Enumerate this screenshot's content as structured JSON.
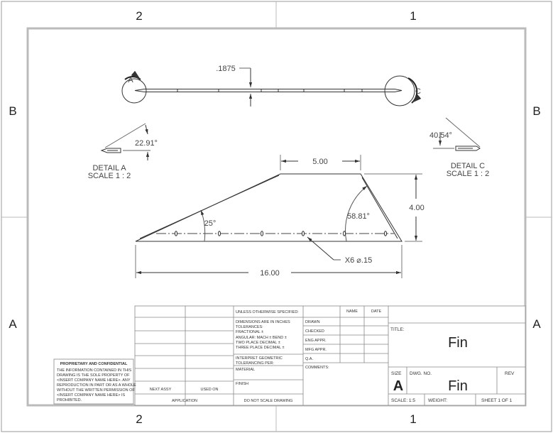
{
  "border": {
    "zones_top": [
      "2",
      "1"
    ],
    "zones_bottom": [
      "2",
      "1"
    ],
    "zones_left": [
      "B",
      "A"
    ],
    "zones_right": [
      "B",
      "A"
    ]
  },
  "views": {
    "top": {
      "thickness_dim": ".1875",
      "callout_a": "A",
      "callout_c": "C"
    },
    "detail_a": {
      "angle": "22.91°",
      "title": "DETAIL A",
      "scale": "SCALE 1 : 2"
    },
    "detail_c": {
      "angle": "40.54°",
      "title": "DETAIL C",
      "scale": "SCALE 1 : 2"
    },
    "main": {
      "top_edge": "5.00",
      "height": "4.00",
      "base": "16.00",
      "left_angle": "25°",
      "right_angle": "58.81°",
      "holes": "X6 ⌀.15"
    }
  },
  "title_block": {
    "proprietary_title": "PROPRIETARY AND CONFIDENTIAL",
    "proprietary_lines": [
      "THE INFORMATION CONTAINED IN THIS",
      "DRAWING IS THE SOLE PROPERTY OF",
      "<INSERT COMPANY NAME HERE>.  ANY",
      "REPRODUCTION IN PART OR AS A WHOLE",
      "WITHOUT THE WRITTEN PERMISSION OF",
      "<INSERT COMPANY NAME HERE> IS",
      "PROHIBITED."
    ],
    "next_assy": "NEXT ASSY",
    "used_on": "USED ON",
    "application": "APPLICATION",
    "unless": "UNLESS OTHERWISE SPECIFIED:",
    "dims_lines": [
      "DIMENSIONS ARE IN INCHES",
      "TOLERANCES:",
      "FRACTIONAL ±",
      "ANGULAR: MACH ±    BEND ±",
      "TWO PLACE DECIMAL    ±",
      "THREE PLACE DECIMAL   ±"
    ],
    "interpret_lines": [
      "INTERPRET GEOMETRIC",
      "TOLERANCING PER:"
    ],
    "material": "MATERIAL",
    "finish": "FINISH",
    "do_not_scale": "DO NOT SCALE DRAWING",
    "name": "NAME",
    "date": "DATE",
    "rows": [
      "DRAWN",
      "CHECKED",
      "ENG APPR.",
      "MFG APPR.",
      "Q.A.",
      "COMMENTS:"
    ],
    "title_label": "TITLE:",
    "title": "Fin",
    "size_label": "SIZE",
    "size": "A",
    "dwg_no_label": "DWG.  NO.",
    "dwg_no": "Fin",
    "rev_label": "REV",
    "scale": "SCALE: 1:5",
    "weight": "WEIGHT:",
    "sheet": "SHEET 1 OF 1"
  }
}
